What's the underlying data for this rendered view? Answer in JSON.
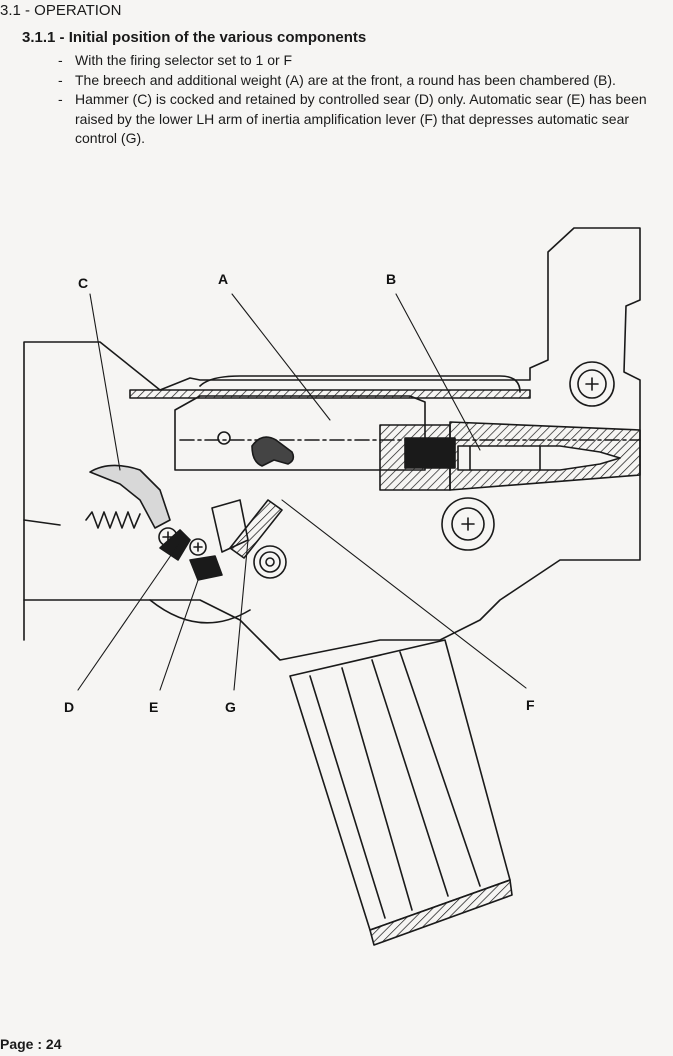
{
  "section": {
    "title": "3.1 - OPERATION"
  },
  "subsection": {
    "title": "3.1.1 - Initial position of the various components",
    "bullets": [
      "With the firing selector set to 1 or F",
      "The breech and additional weight (A) are at the front, a round has been chambered (B).",
      "Hammer (C) is cocked and retained by controlled sear (D) only.  Automatic sear (E) has been raised by the lower LH arm of inertia amplification lever (F) that depresses automatic sear control (G)."
    ]
  },
  "diagram": {
    "labels": {
      "a": "A",
      "b": "B",
      "c": "C",
      "d": "D",
      "e": "E",
      "f": "F",
      "g": "G"
    }
  },
  "footer": {
    "page": "Page : 24"
  }
}
